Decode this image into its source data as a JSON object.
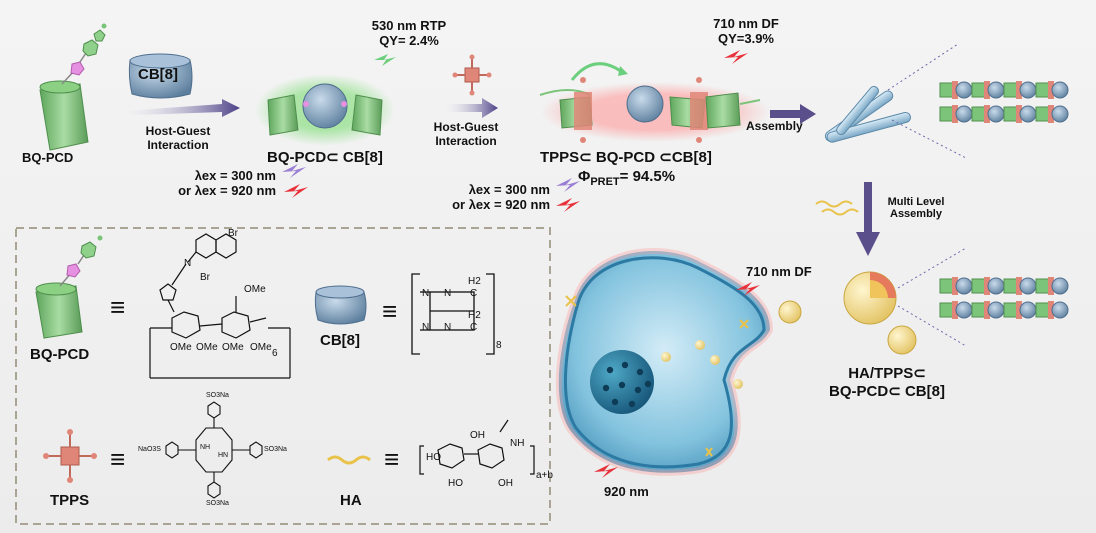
{
  "top": {
    "cb8_label": "CB[8]",
    "bqpcd_label": "BQ-PCD",
    "host_guest_1": "Host-Guest",
    "interaction_1": "Interaction",
    "complex1_label": "BQ-PCD⊂ CB[8]",
    "rtp_line1": "530 nm RTP",
    "rtp_line2": "QY= 2.4%",
    "excitation1_line1": "λex = 300 nm",
    "excitation1_line2": "or λex = 920 nm",
    "host_guest_2": "Host-Guest",
    "interaction_2": "Interaction",
    "df_top_line1": "710 nm DF",
    "df_top_line2": "QY=3.9%",
    "complex2_label": "TPPS⊂ BQ-PCD ⊂CB[8]",
    "pret_symbol": "Φ",
    "pret_sub": "PRET",
    "pret_value": "= 94.5%",
    "excitation2_line1": "λex = 300 nm",
    "excitation2_line2": "or λex = 920 nm",
    "assembly_label": "Assembly"
  },
  "right": {
    "multi_level_1": "Multi Level",
    "multi_level_2": "Assembly",
    "final_line1": "HA/TPPS⊂",
    "final_line2": "BQ-PCD⊂ CB[8]",
    "cell_df": "710 nm DF",
    "cell_920": "920 nm"
  },
  "legend": {
    "bqpcd": "BQ-PCD",
    "cb8": "CB[8]",
    "tpps": "TPPS",
    "ha": "HA",
    "equiv": "≡",
    "chem": {
      "br_top": "Br",
      "br_minus": "Br",
      "n_plus": "N",
      "ome1": "OMe",
      "ome2": "OMe",
      "ome3": "OMe",
      "ome4": "OMe",
      "ome5": "OMe",
      "sub6": "6",
      "sub8": "8",
      "h2a": "H2",
      "h2b": "H2",
      "n1": "N",
      "n2": "N",
      "n3": "N",
      "n4": "N",
      "c1": "C",
      "c2": "C",
      "so3na_top": "SO3Na",
      "so3na_left": "NaO3S",
      "so3na_right": "SO3Na",
      "so3na_bottom": "SO3Na",
      "nh1": "NH",
      "nh2": "HN",
      "ho1": "HO",
      "ho2": "HO",
      "oh1": "OH",
      "oh2": "OH",
      "nh_ha": "NH",
      "ab": "a+b"
    }
  },
  "colors": {
    "green": "#7cc47a",
    "pink_guest": "#e590e0",
    "cb8_blue": "#7fa0bf",
    "tpps_red": "#e08678",
    "arrow_purple": "#5a4f8a",
    "laser_red": "#e8313a",
    "laser_purple": "#9a7fd4",
    "laser_green": "#6ccf7e",
    "ha_yellow": "#e9c24a"
  }
}
